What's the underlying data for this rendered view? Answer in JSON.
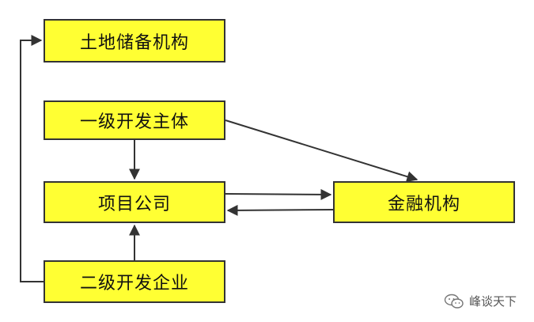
{
  "nodes": {
    "land_reserve": "土地储备机构",
    "primary_developer": "一级开发主体",
    "project_company": "项目公司",
    "financial_institution": "金融机构",
    "secondary_developer": "二级开发企业"
  },
  "colors": {
    "node_fill": "#ffff33",
    "node_border": "#333333",
    "edge": "#333333",
    "text": "#111111"
  },
  "edges": [
    {
      "from": "primary_developer",
      "to": "project_company"
    },
    {
      "from": "primary_developer",
      "to": "financial_institution"
    },
    {
      "from": "project_company",
      "to": "financial_institution"
    },
    {
      "from": "financial_institution",
      "to": "project_company"
    },
    {
      "from": "secondary_developer",
      "to": "project_company"
    },
    {
      "from": "secondary_developer",
      "to": "land_reserve"
    }
  ],
  "watermark": {
    "text": "峰谈天下",
    "icon": "wechat-icon"
  }
}
